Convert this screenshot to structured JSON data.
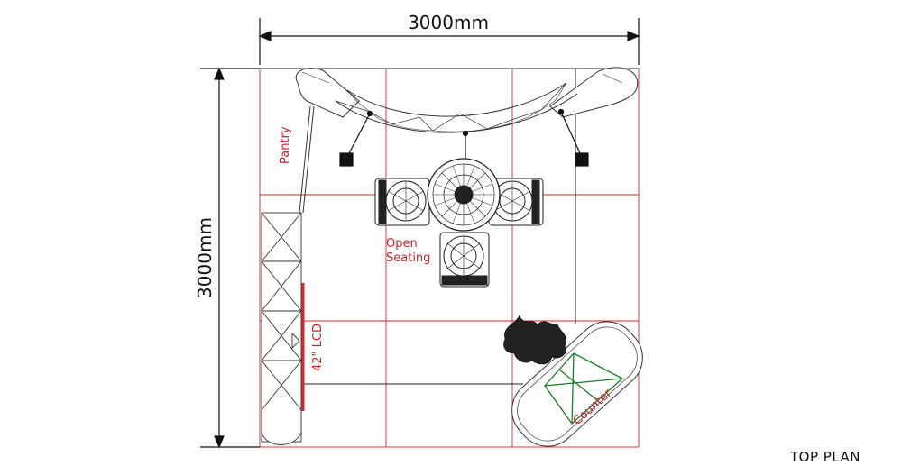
{
  "dimensions": {
    "width_label": "3000mm",
    "height_label": "3000mm"
  },
  "labels": {
    "pantry": "Pantry",
    "open_seating_line1": "Open",
    "open_seating_line2": "Seating",
    "lcd": "42\" LCD",
    "counter": "Counter"
  },
  "title": "TOP PLAN",
  "colors": {
    "grid": "#d7262c",
    "lines": "#222222",
    "counter_frame": "#1f7a2a",
    "lcd": "#d7262c",
    "label": "#c0262b"
  }
}
